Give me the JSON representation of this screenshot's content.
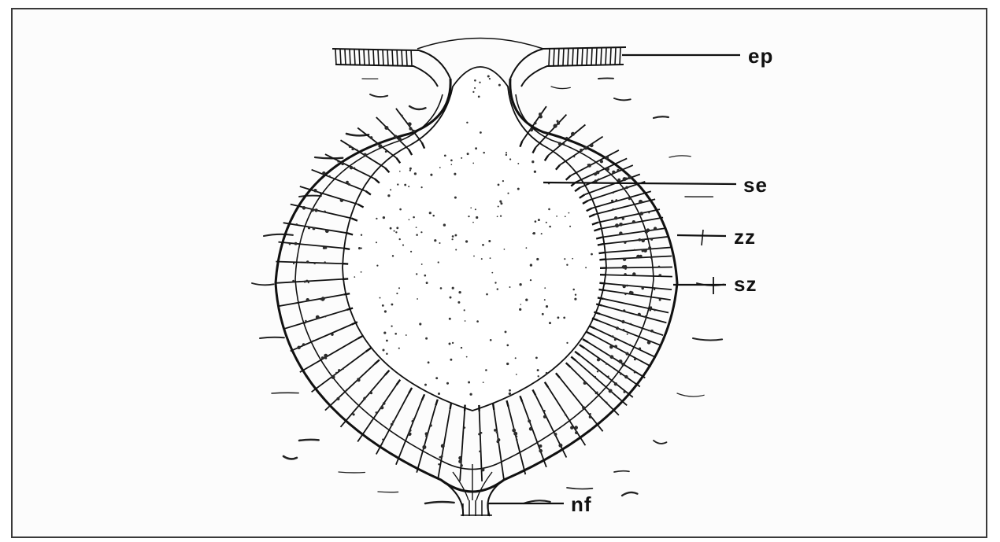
{
  "labels": {
    "ep": "ep",
    "se": "se",
    "zz": "zz",
    "sz": "sz",
    "nf": "nf"
  },
  "colors": {
    "ink": "#111111",
    "background": "#ffffff"
  }
}
